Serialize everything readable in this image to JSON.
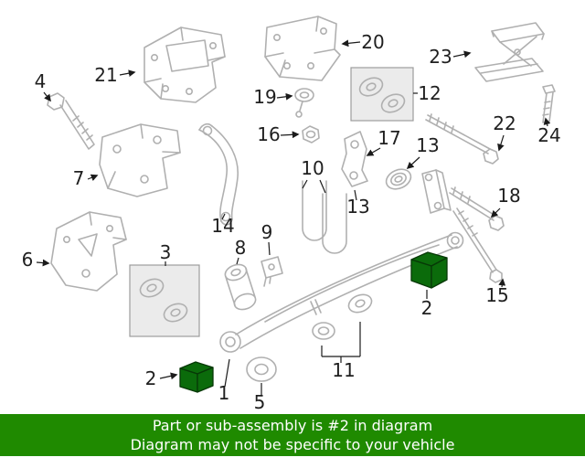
{
  "colors": {
    "line-gray": "#b0b0b0",
    "box-fill": "#ebebeb",
    "highlight-green": "#0b6b0b",
    "banner-bg": "#1f8a00",
    "banner-text": "#ffffff",
    "label-color": "#1f1f1f"
  },
  "banner": {
    "line1": "Part or sub-assembly is #2 in diagram",
    "line2": "Diagram may not be specific to your vehicle"
  },
  "callouts": {
    "n1": "1",
    "n2_left": "2",
    "n2_right": "2",
    "n3": "3",
    "n4": "4",
    "n5": "5",
    "n6": "6",
    "n7": "7",
    "n8": "8",
    "n9": "9",
    "n10": "10",
    "n11": "11",
    "n12": "12",
    "n13_a": "13",
    "n13_b": "13",
    "n14": "14",
    "n15": "15",
    "n16": "16",
    "n17": "17",
    "n18": "18",
    "n19": "19",
    "n20": "20",
    "n21": "21",
    "n22": "22",
    "n23": "23",
    "n24": "24"
  }
}
